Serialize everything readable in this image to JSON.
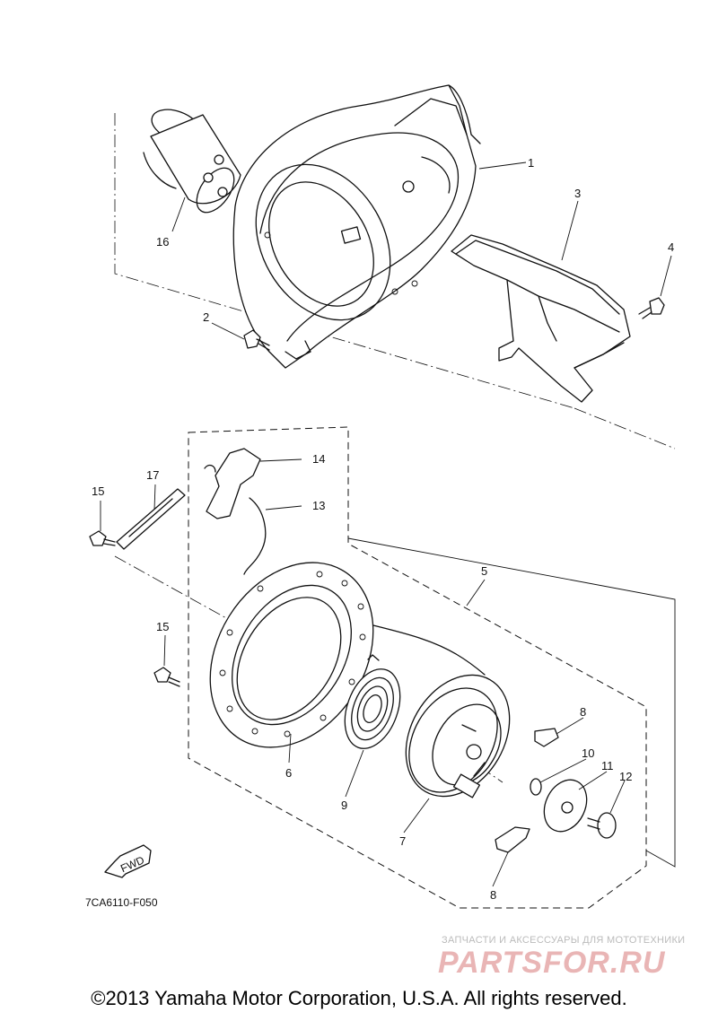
{
  "diagram": {
    "drawing_code": "7CA6110-F050",
    "fwd_label": "FWD",
    "callouts": {
      "c1": "1",
      "c2": "2",
      "c3": "3",
      "c4": "4",
      "c5": "5",
      "c6": "6",
      "c7": "7",
      "c8a": "8",
      "c8b": "8",
      "c9": "9",
      "c10": "10",
      "c11": "11",
      "c12": "12",
      "c13": "13",
      "c14": "14",
      "c15a": "15",
      "c15b": "15",
      "c16": "16",
      "c17": "17"
    }
  },
  "watermark": {
    "tagline": "ЗАПЧАСТИ И АКСЕССУАРЫ ДЛЯ МОТОТЕХНИКИ",
    "logo": "PARTSFOR.RU"
  },
  "footer": {
    "copyright": "©2013 Yamaha Motor Corporation, U.S.A. All rights reserved."
  }
}
